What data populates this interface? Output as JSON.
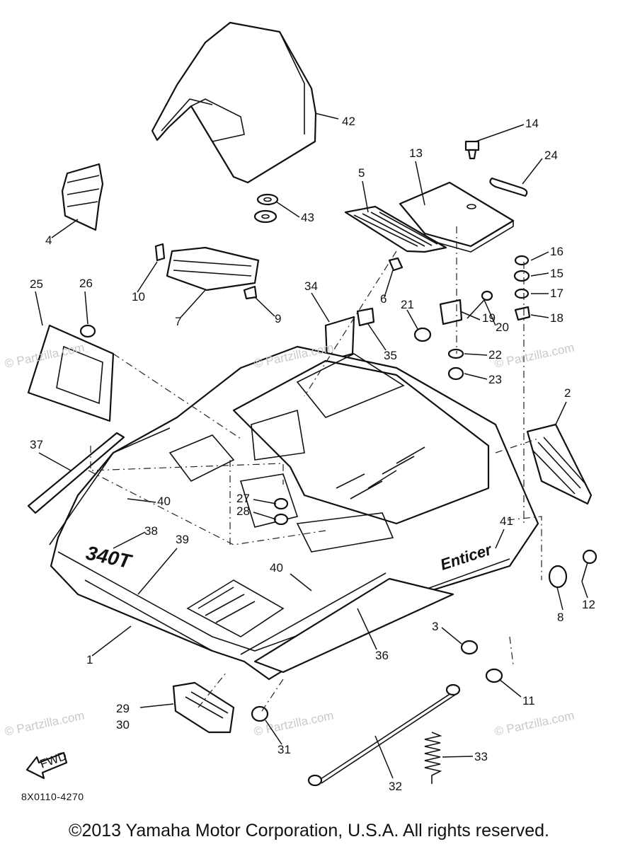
{
  "diagram": {
    "callouts": [
      "42",
      "14",
      "24",
      "13",
      "5",
      "43",
      "4",
      "16",
      "15",
      "17",
      "18",
      "10",
      "7",
      "9",
      "6",
      "21",
      "20",
      "19",
      "22",
      "23",
      "25",
      "26",
      "34",
      "35",
      "37",
      "40",
      "2",
      "27",
      "28",
      "38",
      "41",
      "39",
      "40",
      "12",
      "8",
      "1",
      "36",
      "3",
      "11",
      "29",
      "30",
      "31",
      "32",
      "33"
    ],
    "decals": {
      "model": "340T",
      "brand": "Enticer",
      "fwd": "FWD"
    },
    "drawing_code": "8X0110-4270",
    "watermark": "© Partzilla.com",
    "copyright": "©2013 Yamaha Motor Corporation, U.S.A. All rights reserved."
  }
}
